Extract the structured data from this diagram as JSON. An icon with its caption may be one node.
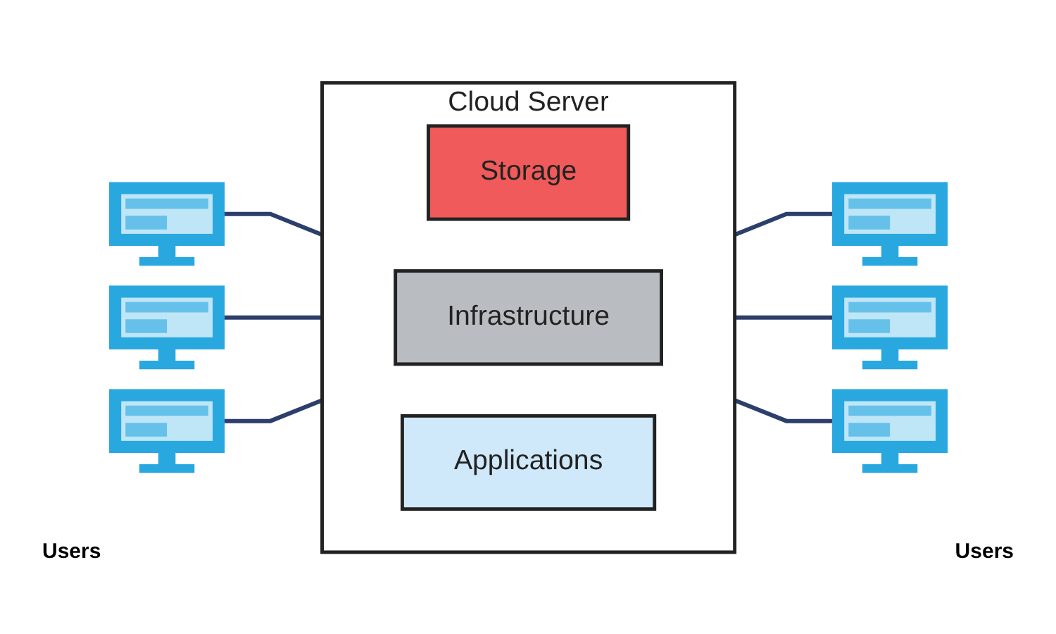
{
  "diagram": {
    "nodes": [
      {
        "text": [],
        "shape": "picture"
      },
      {
        "text": [],
        "shape": "picture"
      },
      {
        "text": [],
        "shape": "picture"
      },
      {
        "text": [
          "Cloud Server"
        ]
      },
      {
        "text": [
          "Storage"
        ],
        "in": 3
      },
      {
        "text": [
          "Infrastructure"
        ],
        "in": 3
      },
      {
        "text": [
          "Applications"
        ],
        "in": 3
      },
      {
        "text": [],
        "shape": "picture"
      },
      {
        "text": [],
        "shape": "picture"
      },
      {
        "text": [],
        "shape": "picture"
      }
    ],
    "edges": [
      {
        "from": 0,
        "to": 3,
        "arrow": "none"
      },
      {
        "from": 1,
        "to": 3,
        "arrow": "none"
      },
      {
        "from": 2,
        "to": 3,
        "arrow": "none"
      },
      {
        "from": 3,
        "to": 7,
        "arrow": "none"
      },
      {
        "from": 3,
        "to": 8,
        "arrow": "none"
      },
      {
        "from": 3,
        "to": 9,
        "arrow": "none"
      }
    ],
    "labels": [
      "Users",
      "Users"
    ]
  }
}
